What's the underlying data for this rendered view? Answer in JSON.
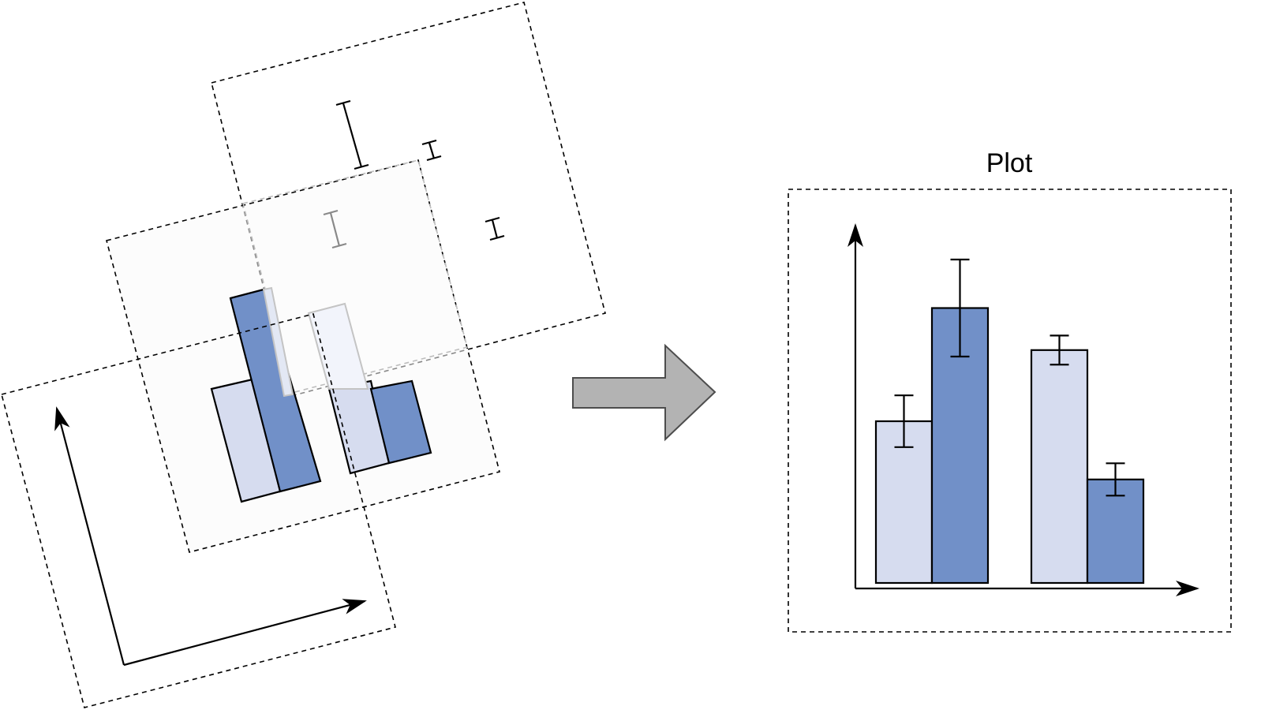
{
  "diagram": {
    "plot_title": "Plot",
    "colors": {
      "light_bar": "#d6dcef",
      "dark_bar": "#7190c8",
      "arrow_fill": "#b3b3b3",
      "arrow_stroke": "#4d4d4d",
      "panel_fill": "#fbfbfb",
      "ghost_fill": "#f2f4fb"
    },
    "layers": [
      "axes-layer",
      "bars-layer",
      "error-bars-layer"
    ],
    "composed_plot": {
      "groups": [
        {
          "bars": [
            {
              "color": "light",
              "value": 0.5,
              "error": 0.08
            },
            {
              "color": "dark",
              "value": 0.85,
              "error": 0.15
            }
          ]
        },
        {
          "bars": [
            {
              "color": "light",
              "value": 0.72,
              "error": 0.045
            },
            {
              "color": "dark",
              "value": 0.32,
              "error": 0.05
            }
          ]
        }
      ]
    }
  }
}
